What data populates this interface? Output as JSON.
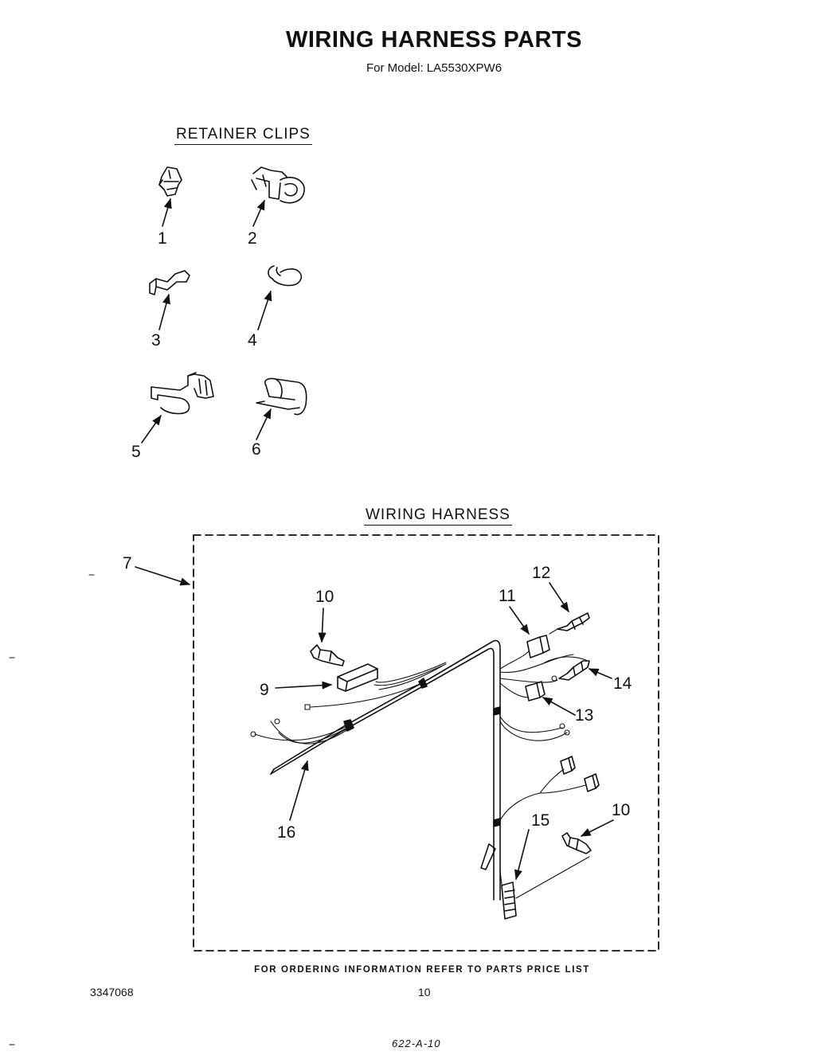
{
  "title": "WIRING HARNESS PARTS",
  "subtitle": "For Model: LA5530XPW6",
  "sections": {
    "retainer_clips": "RETAINER CLIPS",
    "wiring_harness": "WIRING HARNESS"
  },
  "callouts": {
    "c1": "1",
    "c2": "2",
    "c3": "3",
    "c4": "4",
    "c5": "5",
    "c6": "6",
    "c7": "7",
    "c9": "9",
    "c10a": "10",
    "c10b": "10",
    "c11": "11",
    "c12": "12",
    "c13": "13",
    "c14": "14",
    "c15": "15",
    "c16": "16"
  },
  "footer": {
    "ordering_note": "FOR ORDERING INFORMATION REFER TO PARTS PRICE LIST",
    "doc_number": "3347068",
    "page_number": "10",
    "handwritten_code": "622-A-10"
  }
}
